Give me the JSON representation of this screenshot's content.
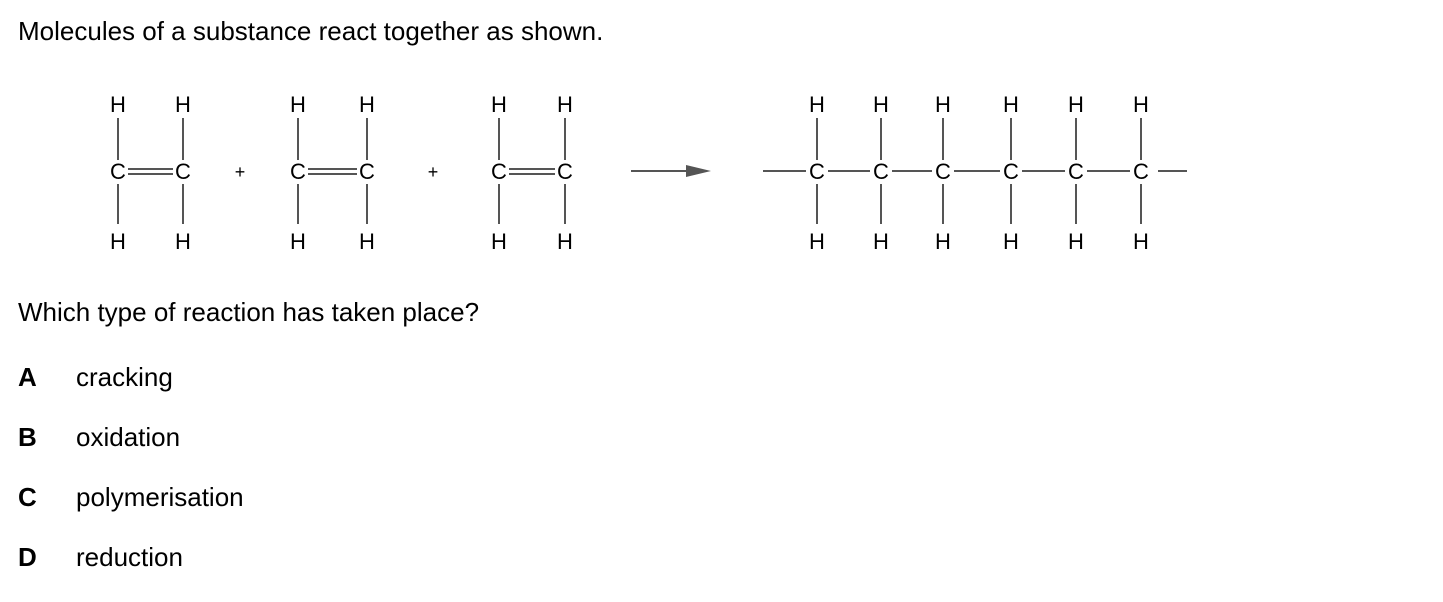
{
  "intro": "Molecules of a substance react together as shown.",
  "equation": {
    "atom_h": "H",
    "atom_c": "C",
    "plus": "+",
    "reactant_count": 3,
    "product_carbon_count": 6
  },
  "question": "Which type of reaction has taken place?",
  "options": [
    {
      "letter": "A",
      "text": "cracking"
    },
    {
      "letter": "B",
      "text": "oxidation"
    },
    {
      "letter": "C",
      "text": "polymerisation"
    },
    {
      "letter": "D",
      "text": "reduction"
    }
  ],
  "colors": {
    "text": "#000000",
    "bond": "#555555",
    "background": "#ffffff"
  }
}
